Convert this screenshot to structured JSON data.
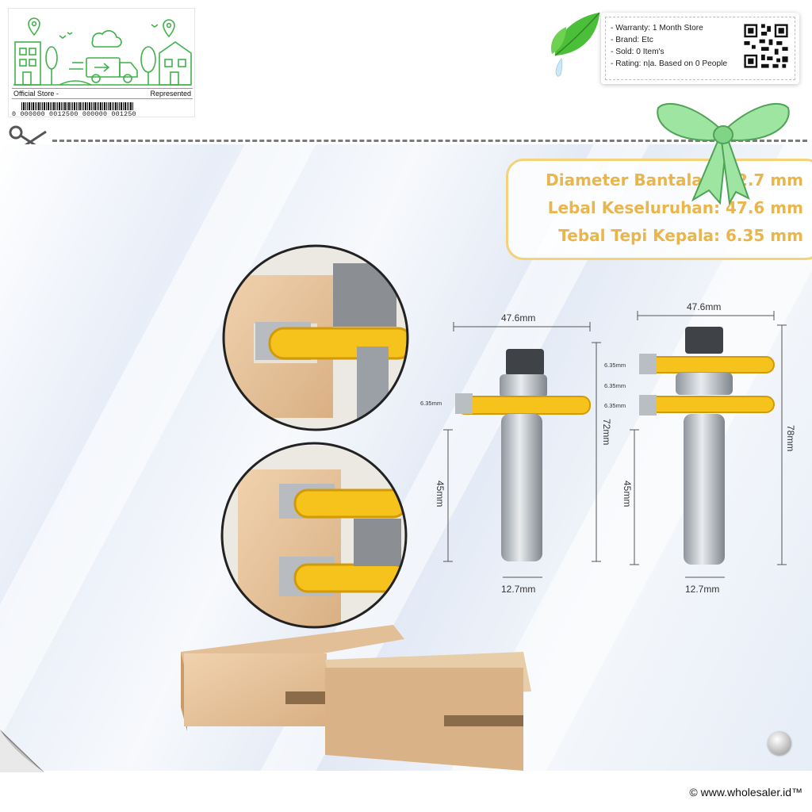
{
  "store_card": {
    "left_label": "Official Store -",
    "right_label": "Represented",
    "barcode_digits": "0 000000 0012500 000000 001250"
  },
  "info_card": {
    "lines": [
      "- Warranty: 1 Month Store",
      "- Brand: Etc",
      "- Sold: 0 Item's",
      "- Rating: n|a. Based on 0 People"
    ]
  },
  "specs": [
    "Diameter Bantalan: 12.7 mm",
    "Lebal Keseluruhan: 47.6 mm",
    "Tebal Tepi Kepala: 6.35 mm"
  ],
  "dimensions": {
    "left_bit": {
      "width": "47.6mm",
      "edge": "6.35mm",
      "overall": "72mm",
      "shank_length": "45mm",
      "shank": "12.7mm"
    },
    "right_bit": {
      "width": "47.6mm",
      "edge_top": "6.35mm",
      "edge_mid": "6.35mm",
      "edge_bottom": "6.35mm",
      "overall": "78mm",
      "shank_length": "45mm",
      "shank": "12.7mm"
    }
  },
  "footer": {
    "copyright": "© www.wholesaler.id™"
  },
  "colors": {
    "accent_green": "#3fb24a",
    "spec_gold": "#eab54a",
    "cutter_yellow": "#f6c21c"
  }
}
